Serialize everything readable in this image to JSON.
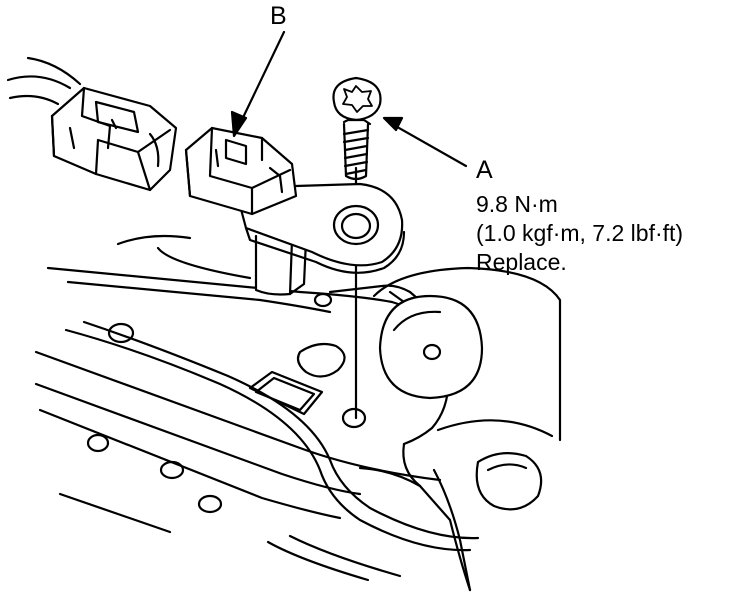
{
  "callouts": {
    "b": {
      "letter": "B"
    },
    "a": {
      "letter": "A",
      "torque_nm": "9.8 N·m",
      "torque_alt": "(1.0 kgf·m, 7.2 lbf·ft)",
      "note": "Replace."
    }
  },
  "colors": {
    "line": "#000000",
    "fill": "#ffffff"
  }
}
